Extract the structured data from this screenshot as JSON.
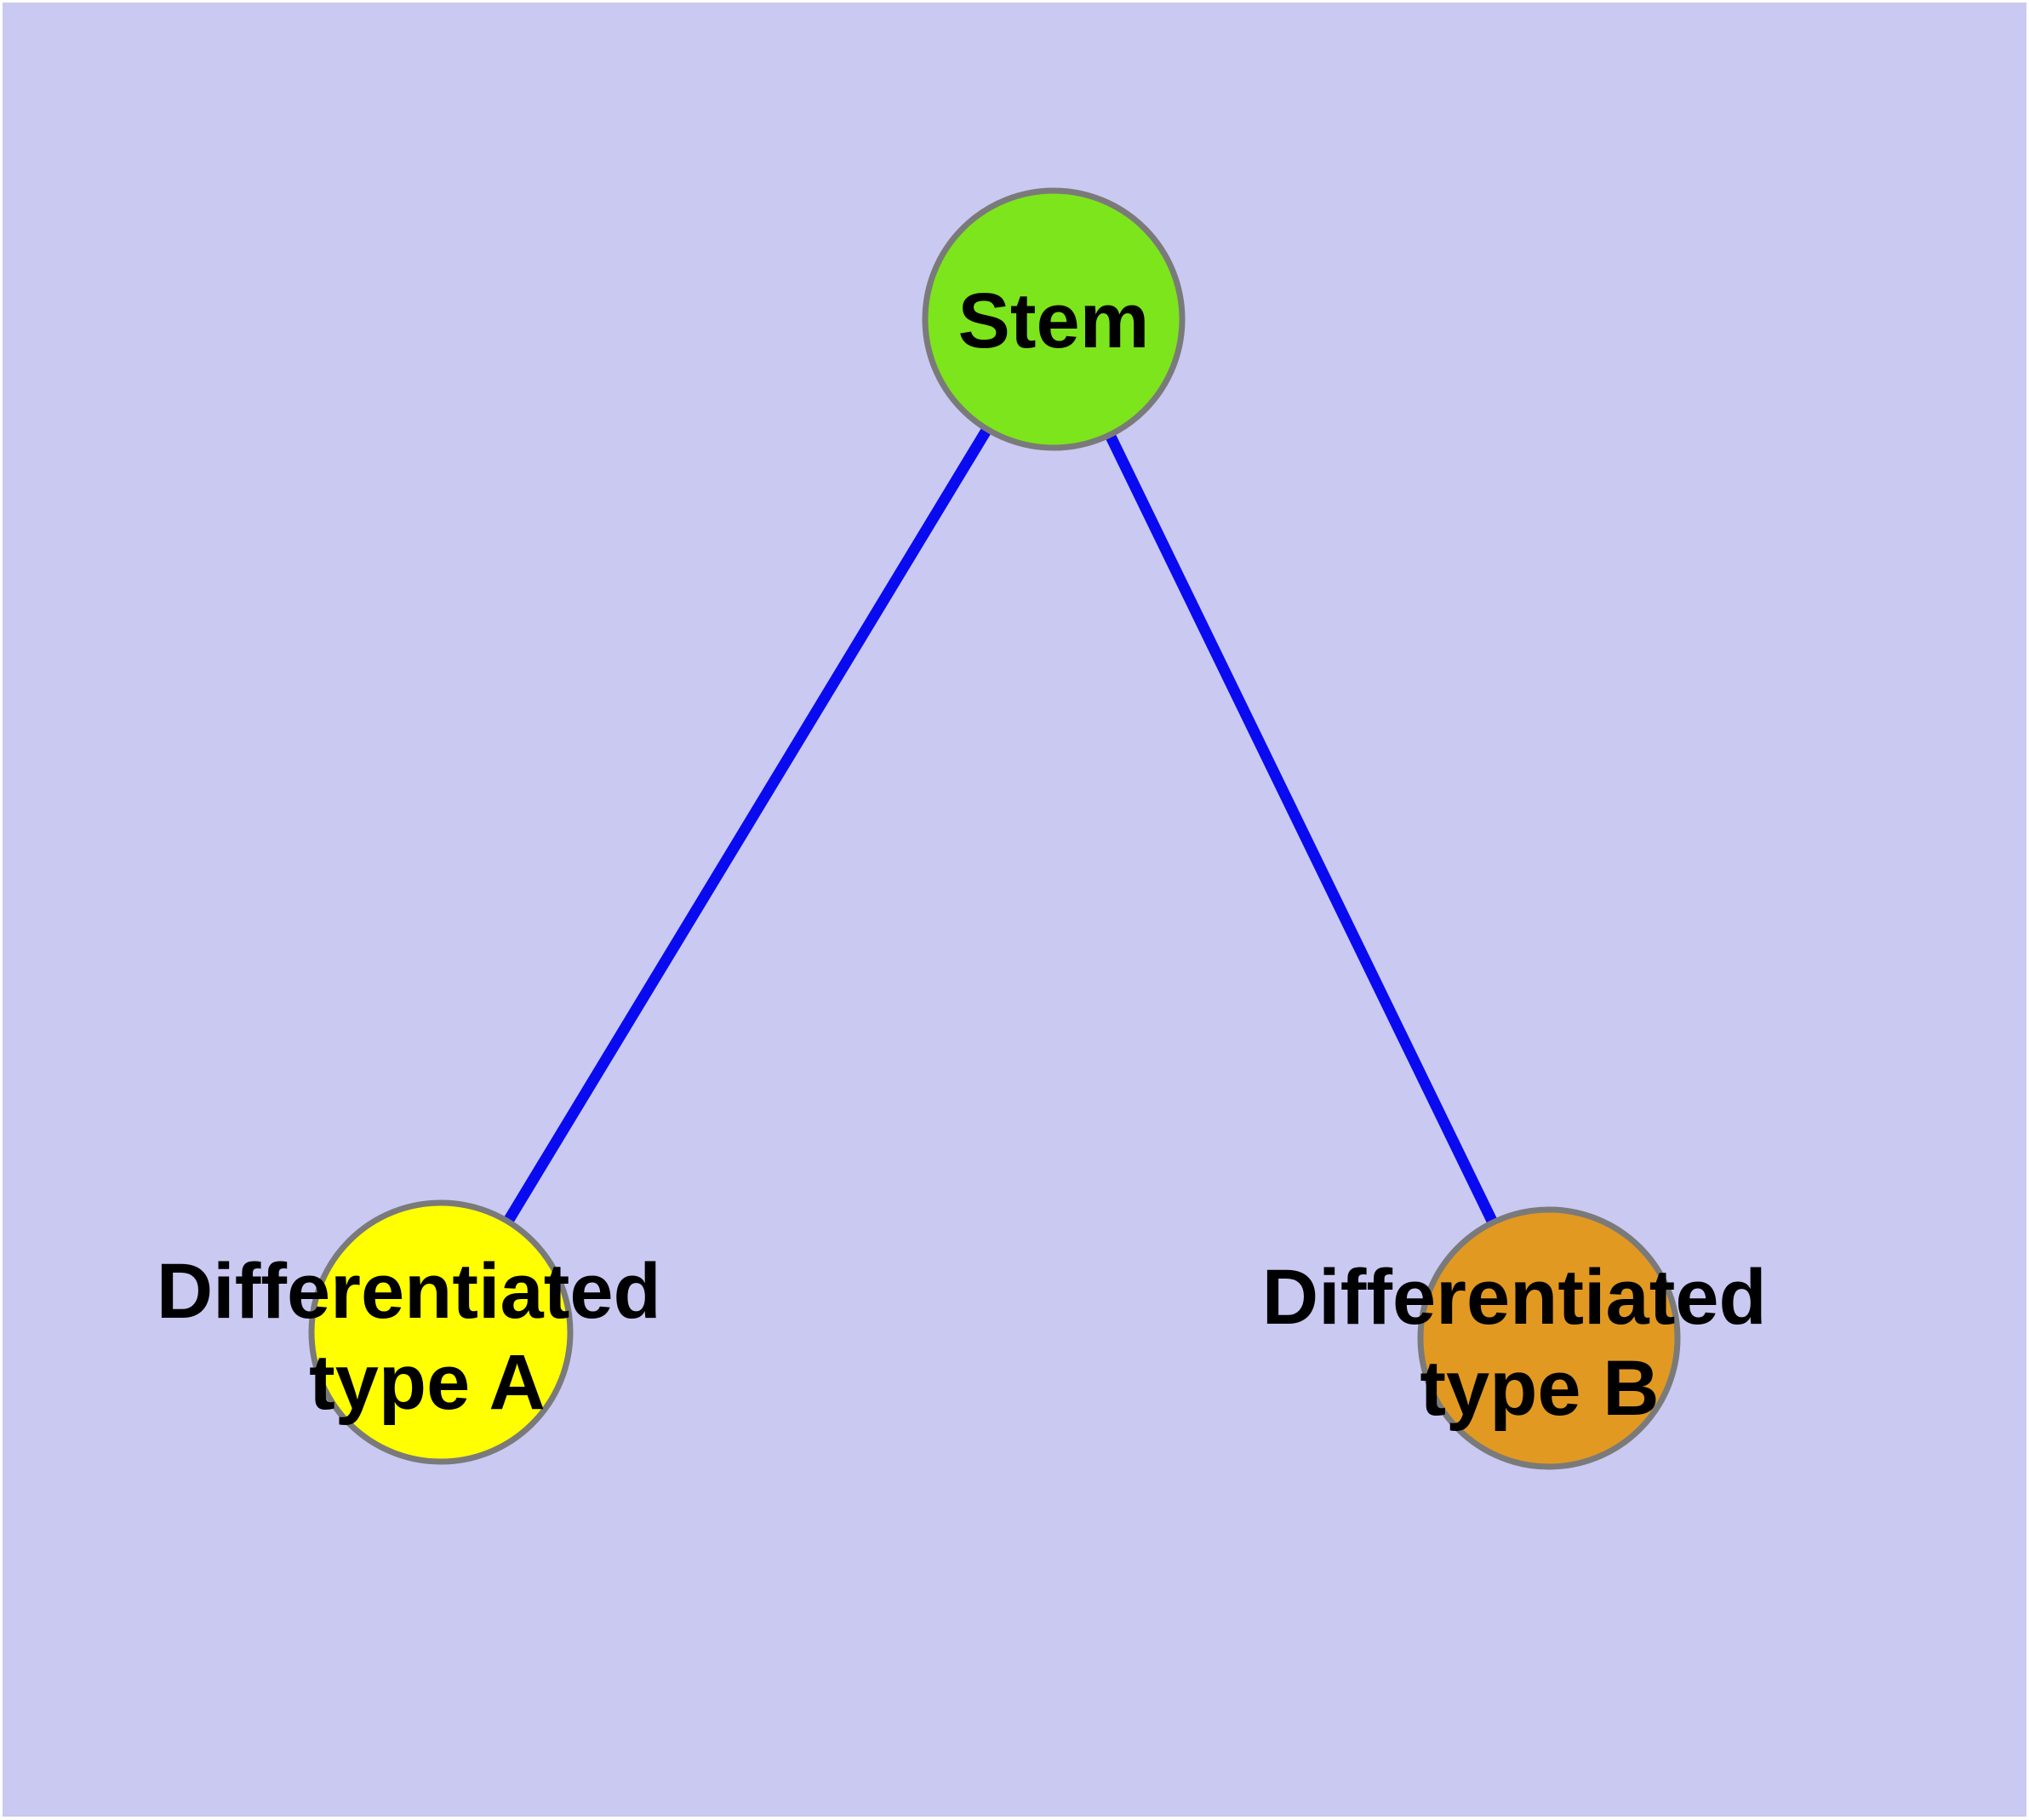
{
  "figure": {
    "title": "Stem cell differentiation graph",
    "background_color": "#C9C9F2",
    "frame_color": "#FFFFFF",
    "edge_color": "#0A0AF0",
    "node_border_color": "#7A7A7A",
    "label_color": "#000000",
    "nodes": [
      {
        "id": "stem",
        "fill": "#7DE51B",
        "label_lines": [
          "Stem"
        ]
      },
      {
        "id": "differentiated-type-a",
        "fill": "#FFFF00",
        "label_lines": [
          "Differentiated",
          "type A"
        ]
      },
      {
        "id": "differentiated-type-b",
        "fill": "#E29922",
        "label_lines": [
          "Differentiated",
          "type B"
        ]
      }
    ],
    "edges": [
      {
        "from": "stem",
        "to": "differentiated-type-a"
      },
      {
        "from": "stem",
        "to": "differentiated-type-b"
      }
    ]
  }
}
